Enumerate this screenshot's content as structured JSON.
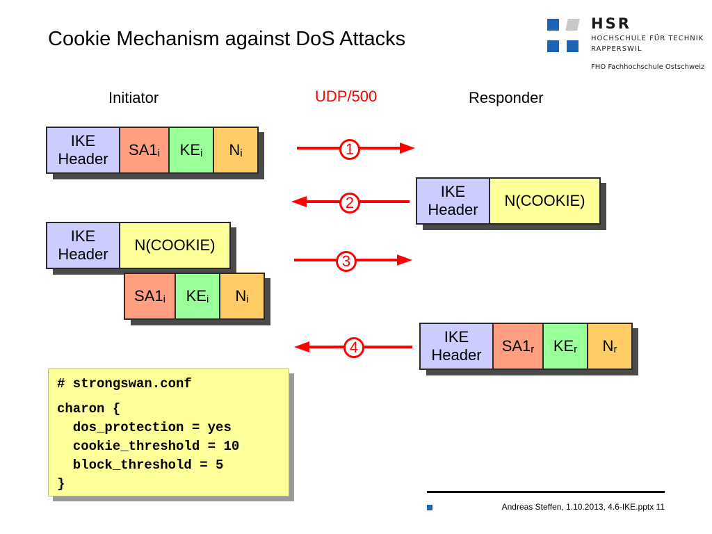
{
  "slide": {
    "title": "Cookie Mechanism against DoS Attacks",
    "footer": "Andreas Steffen, 1.10.2013, 4.6-IKE.pptx 11"
  },
  "logo": {
    "name": "HSR",
    "line1": "HOCHSCHULE FÜR TECHNIK",
    "line2": "RAPPERSWIL",
    "line3": "FHO Fachhochschule Ostschweiz"
  },
  "labels": {
    "initiator": "Initiator",
    "protocol": "UDP/500",
    "responder": "Responder"
  },
  "steps": [
    "1",
    "2",
    "3",
    "4"
  ],
  "packets": {
    "msg1": {
      "ike_l1": "IKE",
      "ike_l2": "Header",
      "sa": "SA1",
      "sa_sub": "i",
      "ke": "KE",
      "ke_sub": "i",
      "n": "N",
      "n_sub": "i"
    },
    "msg2": {
      "ike_l1": "IKE",
      "ike_l2": "Header",
      "cookie": "N(COOKIE)"
    },
    "msg3a": {
      "ike_l1": "IKE",
      "ike_l2": "Header",
      "cookie": "N(COOKIE)"
    },
    "msg3b": {
      "sa": "SA1",
      "sa_sub": "i",
      "ke": "KE",
      "ke_sub": "i",
      "n": "N",
      "n_sub": "i"
    },
    "msg4": {
      "ike_l1": "IKE",
      "ike_l2": "Header",
      "sa": "SA1",
      "sa_sub": "r",
      "ke": "KE",
      "ke_sub": "r",
      "n": "N",
      "n_sub": "r"
    }
  },
  "config": {
    "lines": [
      "# strongswan.conf",
      "charon {",
      "  dos_protection = yes",
      "  cookie_threshold = 10",
      "  block_threshold = 5",
      "}"
    ]
  },
  "colors": {
    "ike_header": "#ccccff",
    "sa": "#ff9f80",
    "ke": "#99ff99",
    "nonce": "#ffcc66",
    "cookie": "#ffff99",
    "arrow": "#ff0000",
    "logo_blue": "#1e64b4"
  }
}
